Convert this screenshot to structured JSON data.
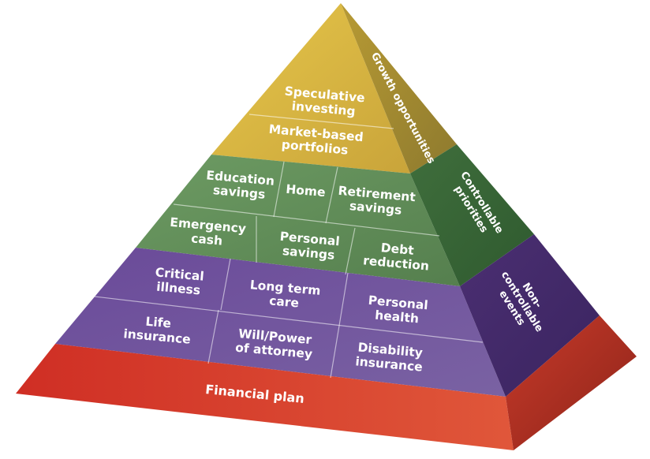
{
  "colors": {
    "growth": "#d9b63e",
    "controllable": "#5e8c58",
    "non_controllable": "#5b3a86",
    "base": "#d2372b"
  },
  "tiers": {
    "growth": {
      "side_label": "Growth opportunities",
      "cells": [
        {
          "line1": "Speculative",
          "line2": "investing"
        },
        {
          "line1": "Market-based",
          "line2": "portfolios"
        }
      ]
    },
    "controllable": {
      "side_label_line1": "Controllable",
      "side_label_line2": "priorities",
      "cells": [
        {
          "line1": "Education",
          "line2": "savings"
        },
        {
          "line1": "Home",
          "line2": ""
        },
        {
          "line1": "Retirement",
          "line2": "savings"
        },
        {
          "line1": "Emergency",
          "line2": "cash"
        },
        {
          "line1": "Personal",
          "line2": "savings"
        },
        {
          "line1": "Debt",
          "line2": "reduction"
        }
      ]
    },
    "non_controllable": {
      "side_label_line1": "Non-",
      "side_label_line2": "controllable",
      "side_label_line3": "events",
      "cells": [
        {
          "line1": "Critical",
          "line2": "illness"
        },
        {
          "line1": "Long term",
          "line2": "care"
        },
        {
          "line1": "Personal",
          "line2": "health"
        },
        {
          "line1": "Life",
          "line2": "insurance"
        },
        {
          "line1": "Will/Power",
          "line2": "of attorney"
        },
        {
          "line1": "Disability",
          "line2": "insurance"
        }
      ]
    },
    "base": {
      "label": "Financial plan"
    }
  }
}
